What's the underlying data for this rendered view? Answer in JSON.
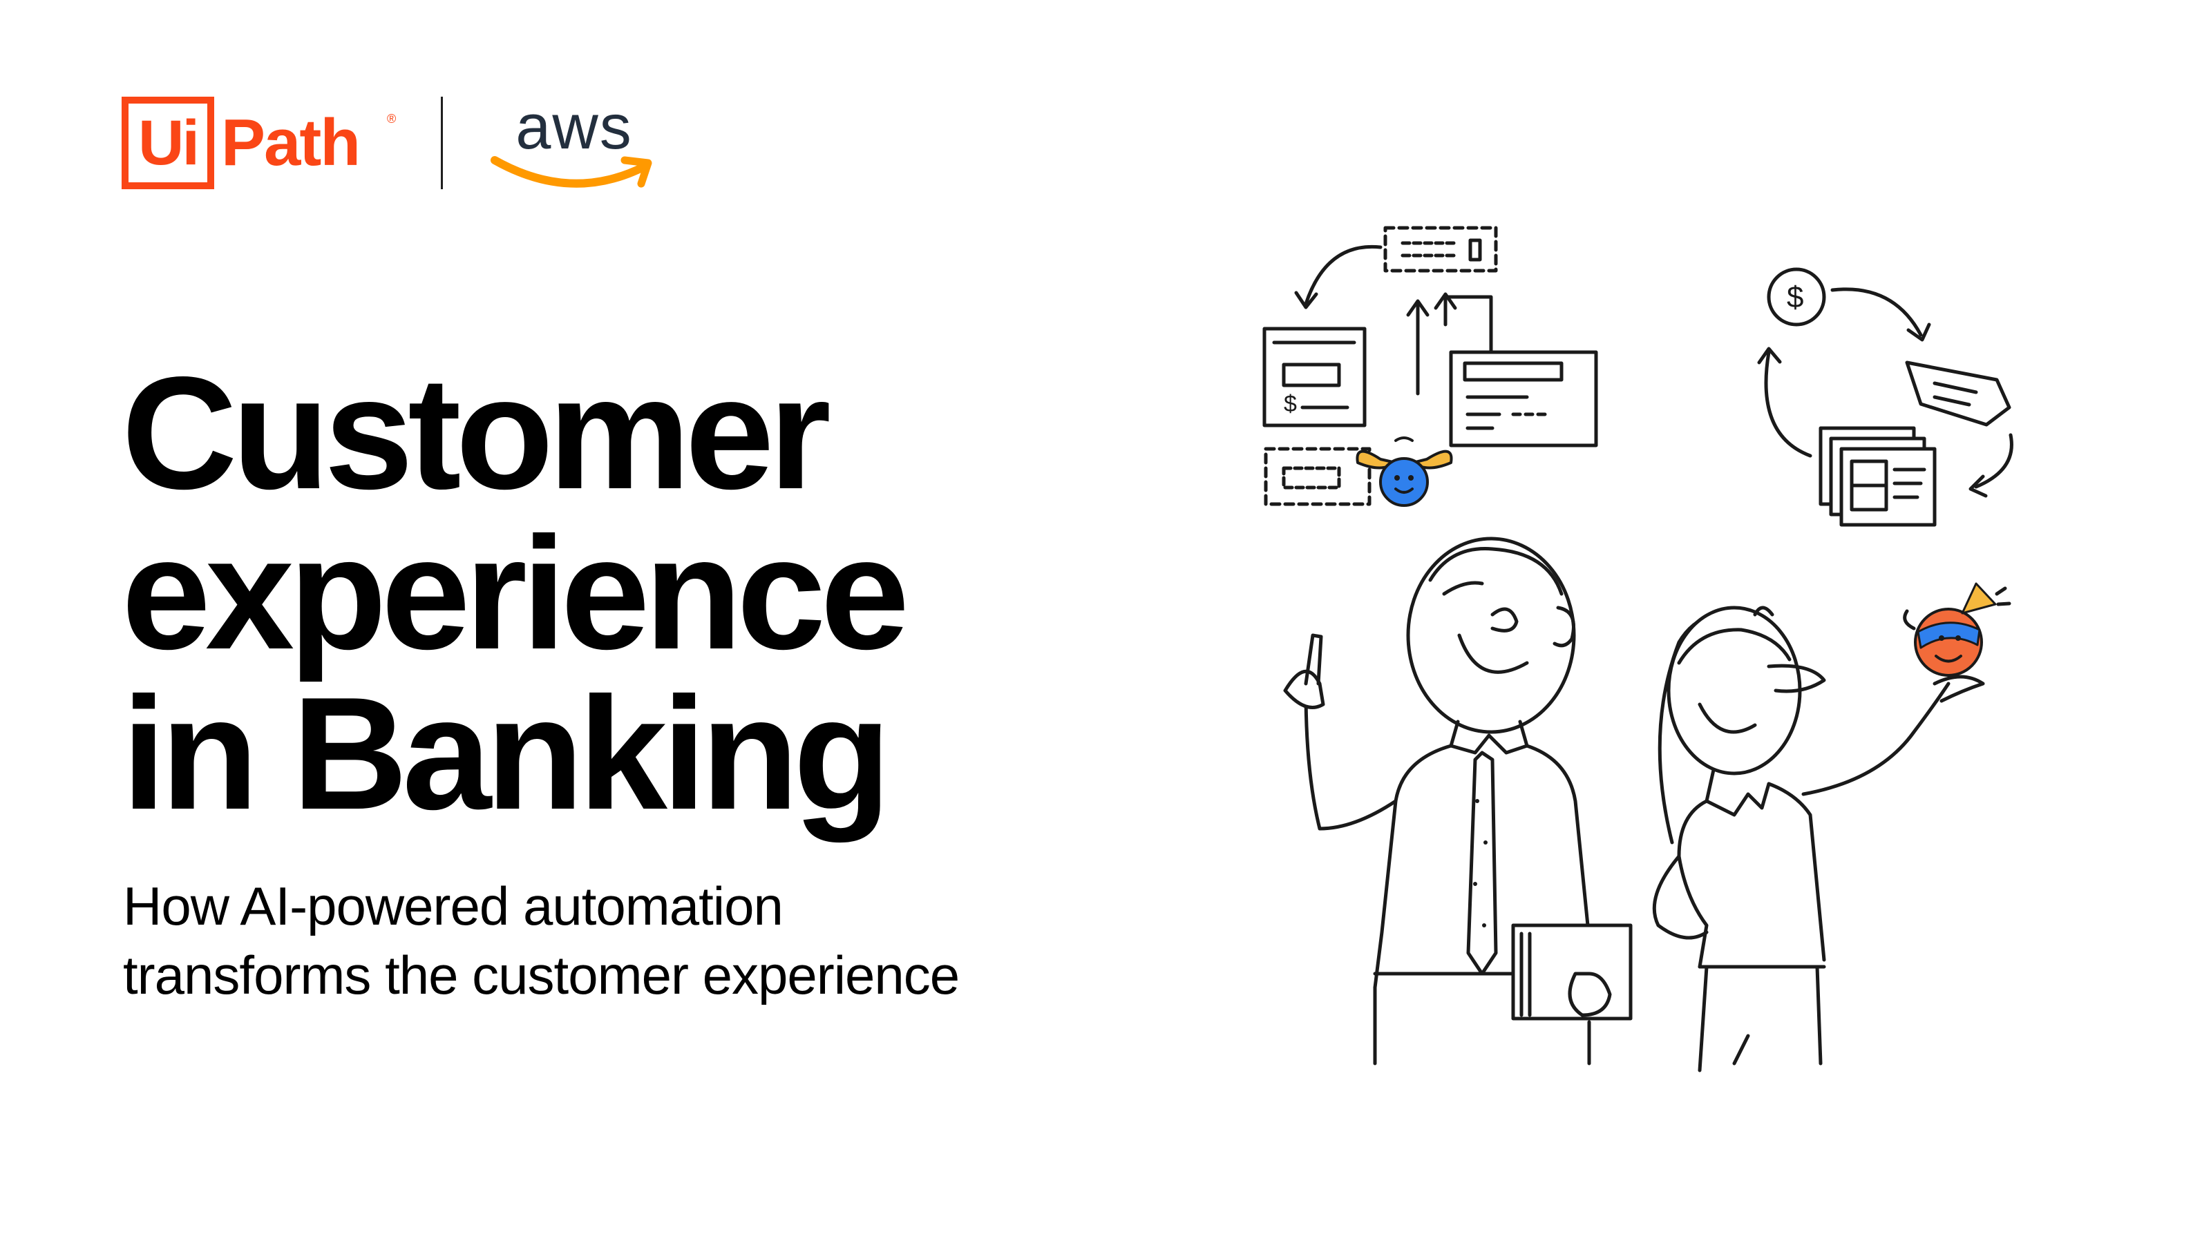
{
  "logos": {
    "uipath": {
      "box_text": "Ui",
      "rest_text": "Path",
      "registered_mark": "®",
      "color": "#FA4616"
    },
    "aws": {
      "text": "aws",
      "text_color": "#232F3E",
      "smile_color": "#FF9900"
    }
  },
  "title": {
    "lines": [
      "Customer",
      "experience",
      "in Banking"
    ]
  },
  "subtitle": {
    "lines": [
      "How AI-powered automation",
      "transforms the customer experience"
    ]
  },
  "illustration": {
    "dollar_symbol": "$",
    "colors": {
      "line": "#1a1a1a",
      "bot_blue": "#2F80ED",
      "bot_orange": "#F26B3A",
      "bot_wings": "#F5B83D"
    }
  }
}
